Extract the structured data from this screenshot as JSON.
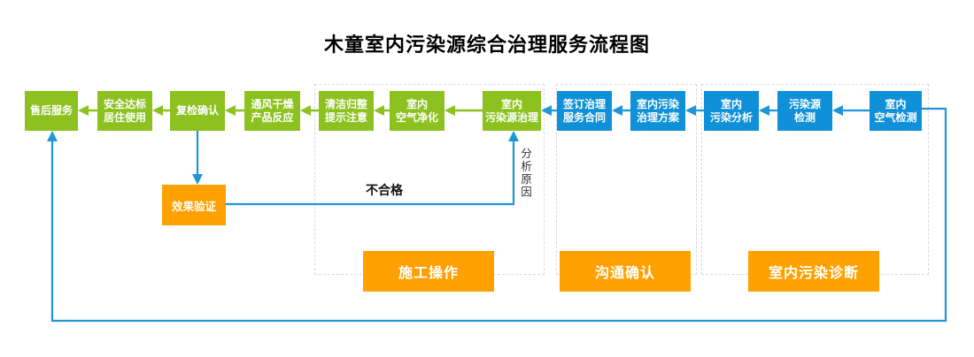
{
  "title": "木童室内污染源综合治理服务流程图",
  "colors": {
    "green": "#8CC11F",
    "blue": "#0F90D8",
    "orange": "#FFA100",
    "line_blue": "#1E96D8",
    "dash_gray": "#D9D9D9"
  },
  "flow": {
    "direction": "right-to-left",
    "steps": [
      {
        "id": "after-sales-service",
        "label": "售后服务",
        "color": "green"
      },
      {
        "id": "safe-standard-living-use",
        "label": "安全达标\n居住使用",
        "color": "green"
      },
      {
        "id": "recheck-confirm",
        "label": "复检确认",
        "color": "green"
      },
      {
        "id": "ventilation-dry-product-react",
        "label": "通风干燥\n产品反应",
        "color": "green"
      },
      {
        "id": "clean-organize-notice",
        "label": "清洁归整\n提示注意",
        "color": "green"
      },
      {
        "id": "indoor-air-purification",
        "label": "室内\n空气净化",
        "color": "green"
      },
      {
        "id": "indoor-pollution-source-treat",
        "label": "室内\n污染源治理",
        "color": "green"
      },
      {
        "id": "sign-treatment-contract",
        "label": "签订治理\n服务合同",
        "color": "blue"
      },
      {
        "id": "indoor-pollution-treat-plan",
        "label": "室内污染\n治理方案",
        "color": "blue"
      },
      {
        "id": "indoor-pollution-analysis",
        "label": "室内\n污染分析",
        "color": "blue"
      },
      {
        "id": "pollution-source-detection",
        "label": "污染源\n检测",
        "color": "blue"
      },
      {
        "id": "indoor-air-detection",
        "label": "室内\n空气检测",
        "color": "blue"
      }
    ],
    "verify_box": {
      "label": "效果验证"
    },
    "edge_labels": {
      "fail": "不合格",
      "analyze_reason": "分析原因"
    },
    "sections": [
      {
        "id": "construction-operation",
        "label": "施工操作"
      },
      {
        "id": "communication-confirm",
        "label": "沟通确认"
      },
      {
        "id": "indoor-pollution-diagnosis",
        "label": "室内污染诊断"
      }
    ]
  }
}
